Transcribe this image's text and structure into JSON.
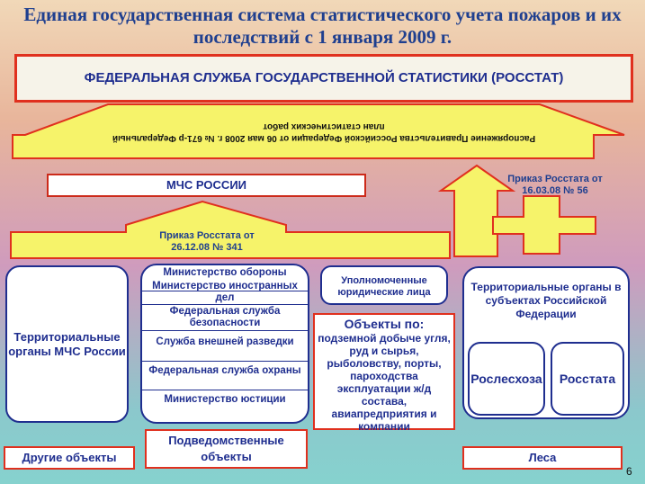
{
  "title": "Единая государственная система статистического учета пожаров и их последствий с 1 января 2009 г.",
  "rosstat": "ФЕДЕРАЛЬНАЯ СЛУЖБА ГОСУДАРСТВЕННОЙ СТАТИСТИКИ (РОССТАТ)",
  "federal_arrow_text": "Распоряжение Правительства Российской Федерации от 06 мая 2008 г. № 671-р Федеральный план статистических работ",
  "mchs": "МЧС РОССИИ",
  "order_right": "Приказ Росстата от 16.03.08 № 56",
  "order_left": "Приказ Росстата от 26.12.08 № 341",
  "terr_mchs": "Территориальные органы МЧС России",
  "ministries": [
    "Министерство обороны",
    "Министерство иностранных дел",
    "Федеральная служба безопасности",
    "Служба внешней разведки",
    "Федеральная служба охраны",
    "Министерство юстиции"
  ],
  "authorized": "Уполномоченные юридические лица",
  "objects_title": "Объекты по:",
  "objects_text": "подземной добыче угля, руд и сырья, рыболовству, порты, пароходства эксплуатации ж/д состава, авиапредприятия и компании",
  "terr_rf": "Территориальные органы в субъектах Российской Федерации",
  "rosleshoz": "Рослесхоза",
  "rosstata": "Росстата",
  "other_objects": "Другие объекты",
  "subordinate": "Подведомственные объекты",
  "forests": "Леса",
  "page_number": "6",
  "colors": {
    "title": "#1f3f8f",
    "arrow_fill": "#f6f36a",
    "arrow_stroke": "#e0301e",
    "box_border": "#e0301e",
    "text_blue": "#1f2e8f"
  }
}
